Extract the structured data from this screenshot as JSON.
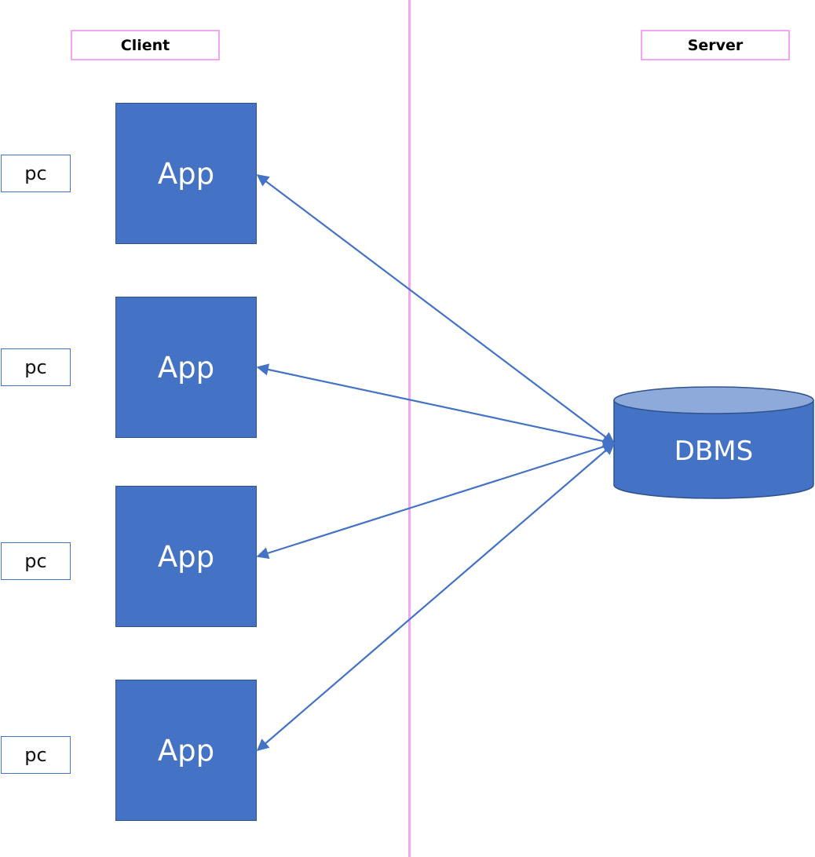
{
  "headers": {
    "client": "Client",
    "server": "Server"
  },
  "devices": [
    {
      "pc_label": "pc",
      "app_label": "App"
    },
    {
      "pc_label": "pc",
      "app_label": "App"
    },
    {
      "pc_label": "pc",
      "app_label": "App"
    },
    {
      "pc_label": "pc",
      "app_label": "App"
    }
  ],
  "server": {
    "db_label": "DBMS"
  },
  "colors": {
    "box_fill": "#4472c4",
    "box_border": "#2f528f",
    "divider": "#f4a6f4",
    "db_top": "#8eaadb"
  }
}
